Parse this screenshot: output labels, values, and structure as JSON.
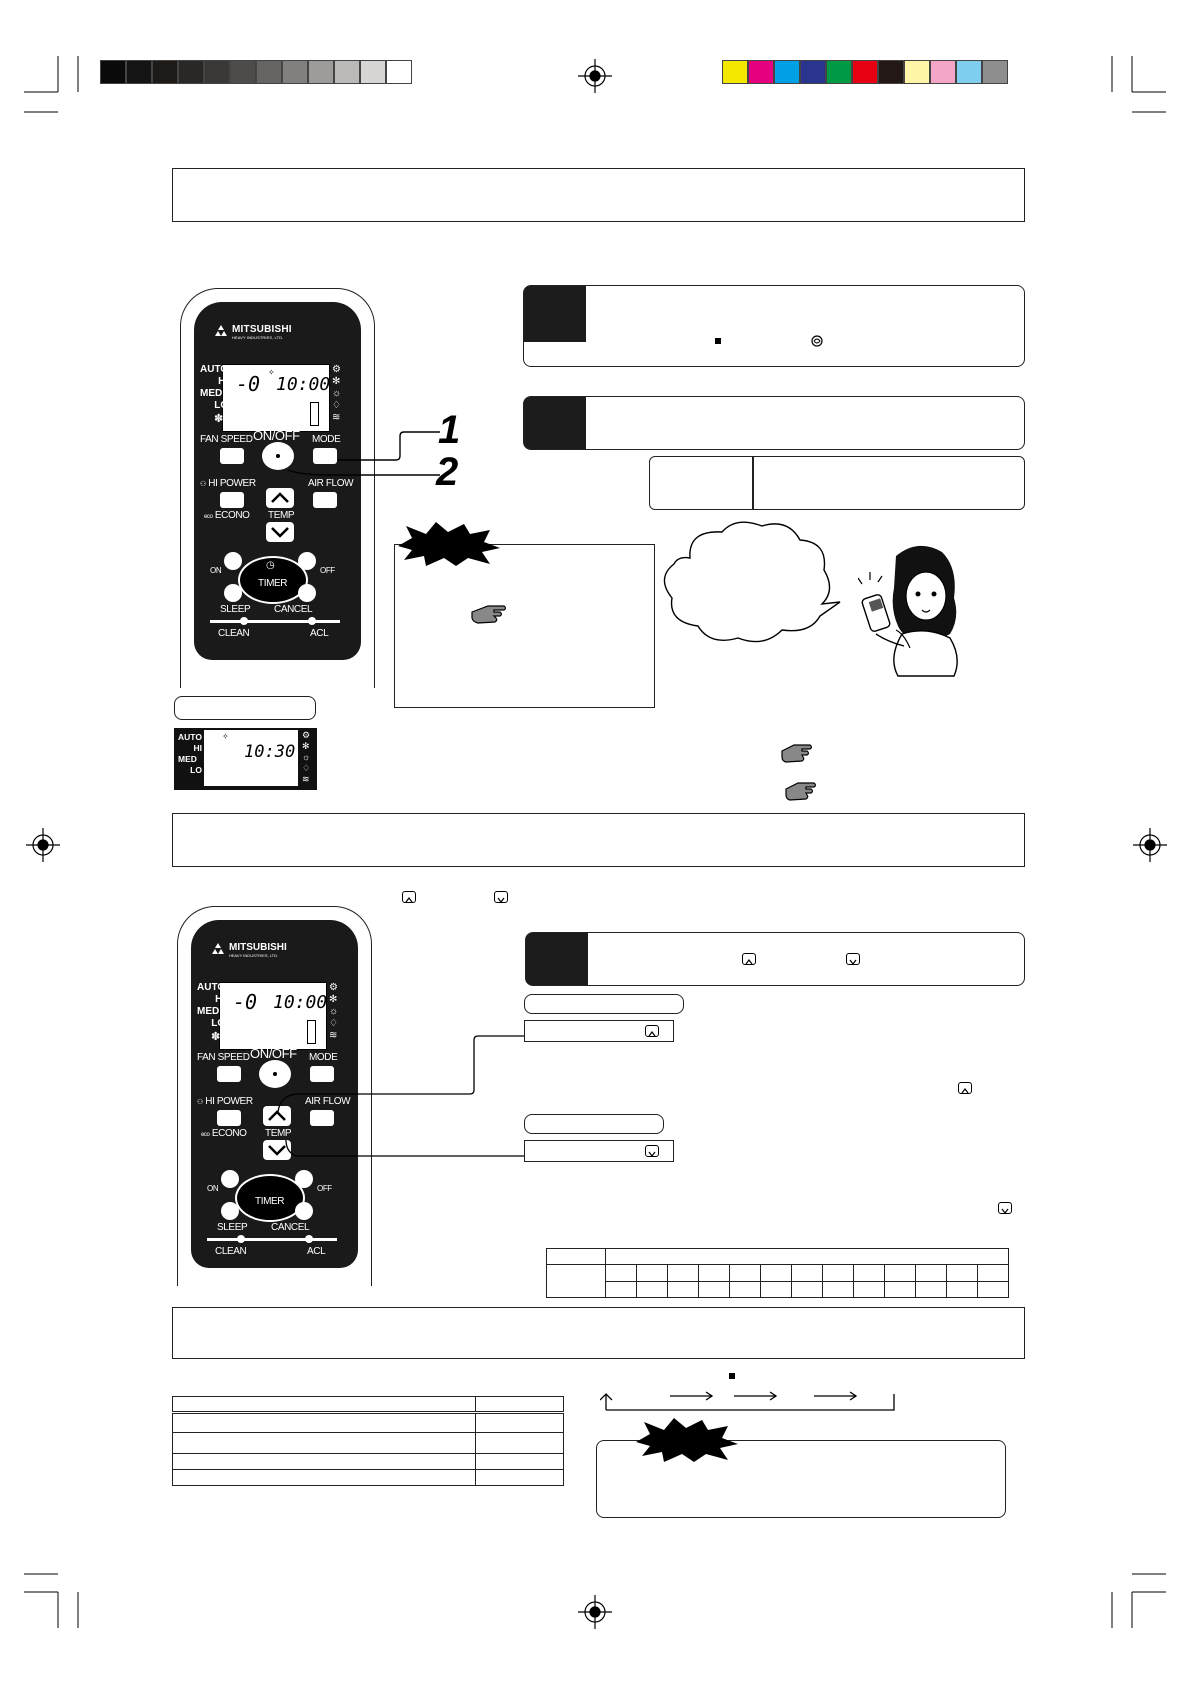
{
  "remote": {
    "brand": "MITSUBISHI",
    "brand_sub": "HEAVY INDUSTRIES, LTD.",
    "fan_modes": [
      "AUTO",
      "HI",
      "MED",
      "LO"
    ],
    "lcd_time": "10:00",
    "lcd_temp": "-0",
    "labels": {
      "fan_speed": "FAN SPEED",
      "on_off": "ON/OFF",
      "mode": "MODE",
      "hi_power": "HI POWER",
      "air_flow": "AIR FLOW",
      "econo": "ECONO",
      "eco_mark": "eco",
      "temp": "TEMP",
      "on": "ON",
      "off": "OFF",
      "timer": "TIMER",
      "sleep": "SLEEP",
      "cancel": "CANCEL",
      "clean": "CLEAN",
      "acl": "ACL"
    }
  },
  "step_callouts": [
    "1",
    "2"
  ],
  "small_lcd": {
    "fan_modes": [
      "AUTO",
      "HI",
      "MED",
      "LO"
    ],
    "time": "10:30"
  },
  "colors": {
    "grayscale": [
      "#0a0a0a",
      "#141414",
      "#1e1a18",
      "#2a2826",
      "#3a3836",
      "#4e4c4a",
      "#666462",
      "#82807e",
      "#9e9c9a",
      "#bcbab8",
      "#d8d6d4",
      "#ffffff"
    ],
    "process": [
      "#f5e800",
      "#e5007f",
      "#00a0e6",
      "#2a3590",
      "#009944",
      "#e60012",
      "#231815",
      "#fff6a8",
      "#f4a6c8",
      "#7fcef0",
      "#8e8e8e"
    ]
  },
  "icons": [
    "registration-mark-icon",
    "pointing-hand-icon",
    "temp-up-icon",
    "temp-down-icon",
    "stop-square-icon",
    "note-burst-icon"
  ]
}
